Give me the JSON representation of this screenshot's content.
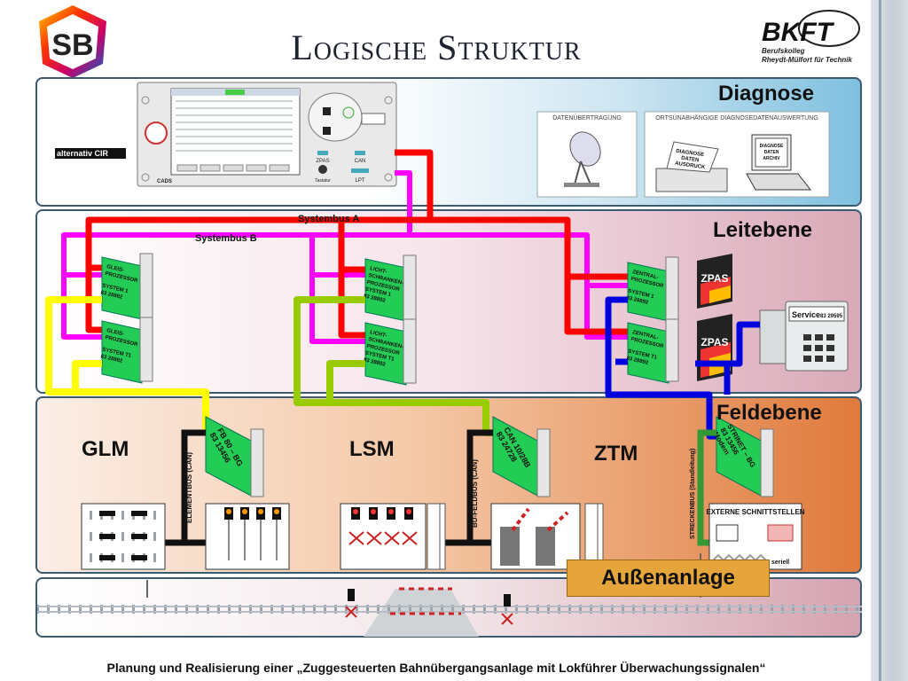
{
  "slide": {
    "title": "Logische Struktur",
    "footer": "Planung und Realisierung einer „Zuggesteuerten Bahnübergangsanlage mit Lokführer Überwachungssignalen“"
  },
  "logos": {
    "left_text": "SB",
    "right": {
      "name": "BKFT",
      "line1": "Berufskolleg",
      "line2": "Rheydt-Mülfort für Technik"
    }
  },
  "levels": {
    "diagnose": "Diagnose",
    "leitebene": "Leitebene",
    "feldebene": "Feldebene",
    "aussenanlage": "Außenanlage"
  },
  "buses": {
    "a": "Systembus A",
    "b": "Systembus B",
    "alternativ": "alternativ CIR"
  },
  "diagnose": {
    "datenuebertragung": "DATENÜBERTRAGUNG",
    "auswertung": "ORTSUNABHÄNGIGE DIAGNOSEDATENAUSWERTUNG",
    "printout": [
      "DIAGNOSE",
      "DATEN",
      "AUSDRUCK"
    ],
    "laptop": [
      "DIAGNOSE",
      "DATEN",
      "ARCHIV"
    ],
    "cads": "CADS",
    "panel_labels": {
      "zpas": "ZPAS",
      "can": "CAN",
      "tastatur": "Tastatur",
      "lpt": "LPT"
    }
  },
  "leit": {
    "glm1": [
      "GLEIS-",
      "PROZESSOR",
      "SYSTEM 1",
      "83 28892"
    ],
    "glm2": [
      "GLEIS-",
      "PROZESSOR",
      "SYSTEM T1",
      "83 28892"
    ],
    "lsm1": [
      "LICHT-",
      "SCHRANKEN-",
      "PROZESSOR",
      "SYSTEM 1",
      "83 28892"
    ],
    "lsm2": [
      "LICHT-",
      "SCHRANKEN-",
      "PROZESSOR",
      "SYSTEM T1",
      "83 28892"
    ],
    "ztm1": [
      "ZENTRAL-",
      "PROZESSOR",
      "SYSTEM 1",
      "83 28892"
    ],
    "ztm2": [
      "ZENTRAL-",
      "PROZESSOR",
      "SYSTEM T1",
      "83 28892"
    ],
    "zpas": "ZPAS",
    "service": "Service",
    "service_num": "83 29595"
  },
  "feld": {
    "sections": {
      "glm": "GLM",
      "lsm": "LSM",
      "ztm": "ZTM"
    },
    "card_glm": [
      "FB 80 – BG",
      "83 13456"
    ],
    "card_lsm": [
      "CAN 10/28B",
      "83 24728"
    ],
    "card_ztm": [
      "STRINET – BG",
      "83 13456",
      "Modem"
    ],
    "bus_glm": "ELEMENTBUS (CAN)",
    "bus_lsm": "BÜ-FELDBUS (CAN)",
    "bus_ztm": "STRECKENBUS (Standleitung)",
    "ext_title": "EXTERNE SCHNITTSTELLEN",
    "ext_seriell": "seriell"
  },
  "colors": {
    "systembus_a": "#ff0000",
    "systembus_b": "#ff00ff",
    "link_yellow": "#ffff00",
    "link_olive": "#99cc00",
    "link_blue": "#0000dd",
    "link_black": "#111111",
    "link_green": "#339933",
    "card_green": "#22cc55",
    "aussen_box": "#e6a53a"
  }
}
